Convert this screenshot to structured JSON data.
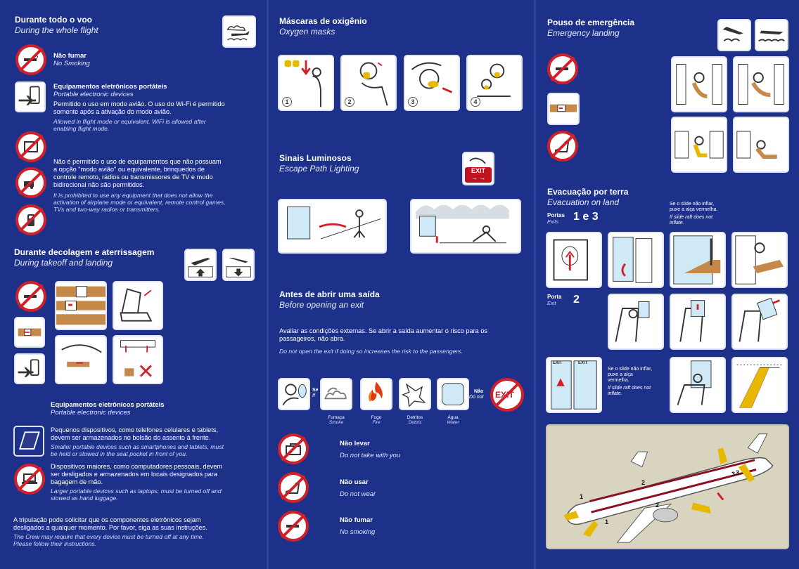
{
  "panel1": {
    "flight_pt": "Durante todo o voo",
    "flight_en": "During the whole flight",
    "nosmoke_pt": "Não fumar",
    "nosmoke_en": "No Smoking",
    "ped_pt": "Equipamentos eletrônicos portáteis",
    "ped_en": "Portable electronic devices",
    "ped_body_pt_1": "Permitido o uso em modo avião. O uso do Wi-Fi é permitido",
    "ped_body_pt_2": "somente após a ativação do modo avião.",
    "ped_body_en_1": "Allowed in flight mode or equivalent. WiFi is allowed after",
    "ped_body_en_2": "enabling flight mode.",
    "prohib_pt_1": "Não é permitido o uso de equipamentos  que não possuam",
    "prohib_pt_2": "a opção \"modo avião\" ou equivalente, brinquedos de",
    "prohib_pt_3": "controle remoto, rádios ou transmissores de TV e modo",
    "prohib_pt_4": "bidirecional não são permitidos.",
    "prohib_en_1": "It is prohibited to use any equipment that does not allow the",
    "prohib_en_2": "activation of airplane mode or equivalent, remote control games,",
    "prohib_en_3": "TVs and two-way radios or transmitters.",
    "takeoff_pt": "Durante decolagem e aterrissagem",
    "takeoff_en": "During takeoff and landing",
    "ped2_pt": "Equipamentos eletrônicos portáteis",
    "ped2_en": "Portable electronic devices",
    "small_pt_1": "Pequenos dispositivos, como telefones celulares e tablets,",
    "small_pt_2": "devem ser armazenados no bolsão do assento à frente.",
    "small_en_1": "Smaller portable devices such as smartphones and tablets, must",
    "small_en_2": "be held or stowed in the seat pocket in front of you.",
    "large_pt_1": "Dispositivos maiores, como computadores pessoais, devem",
    "large_pt_2": "ser desligados e armazenados em locais designados para",
    "large_pt_3": "bagagem de mão.",
    "large_en_1": "Larger portable devices such as laptops, must be turned off and",
    "large_en_2": "stowed as hand luggage.",
    "crew_pt_1": "A tripulação pode solicitar que os componentes eletrônicos sejam",
    "crew_pt_2": "desligados a qualquer momento. Por favor, siga as suas instruções.",
    "crew_en_1": "The Crew may require that every device must be turned off at any time.",
    "crew_en_2": "Please follow their instructions."
  },
  "panel2": {
    "masks_pt": "Máscaras de oxigênio",
    "masks_en": "Oxygen masks",
    "steps": [
      "1",
      "2",
      "3",
      "4"
    ],
    "lights_pt": "Sinais Luminosos",
    "lights_en": "Escape Path Lighting",
    "exit_sign": "EXIT",
    "exit_arrows": "→ →",
    "before_pt": "Antes de abrir uma saída",
    "before_en": "Before opening an exit",
    "assess_pt_1": "Avaliar as condições externas. Se abrir a saída aumentar o risco para os",
    "assess_pt_2": "passageiros, não abra.",
    "assess_en": "Do not open the exit if doing so increases the risk to the passengers.",
    "se": "Se",
    "if": "If",
    "hazards": [
      {
        "pt": "Fumaça",
        "en": "Smoke"
      },
      {
        "pt": "Fogo",
        "en": "Fire"
      },
      {
        "pt": "Detritos",
        "en": "Debris"
      },
      {
        "pt": "Água",
        "en": "Water"
      }
    ],
    "nao": "Não",
    "donot": "Do not",
    "exit_no": "EXIT",
    "carry_pt": "Não levar",
    "carry_en": "Do not take with you",
    "wear_pt": "Não usar",
    "wear_en": "Do not wear",
    "smoke_pt": "Não fumar",
    "smoke_en": "No smoking"
  },
  "panel3": {
    "landing_pt": "Pouso de emergência",
    "landing_en": "Emergency landing",
    "evac_pt": "Evacuação por terra",
    "evac_en": "Evacuation on land",
    "slide_pt_1": "Se o slide não inflar,",
    "slide_pt_2": "puxe a alça vermelha.",
    "slide_en_1": "If slide raft does not",
    "slide_en_2": "inflate.",
    "portas_pt": "Portas",
    "portas_en": "Exits",
    "portas_num": "1 e 3",
    "porta_pt": "Porta",
    "porta_en": "Exit",
    "porta_num": "2",
    "slide2_pt_1": "Se o slide não inflar,",
    "slide2_pt_2": "puxe a alça",
    "slide2_pt_3": "vermelha.",
    "slide2_en_1": "If slide raft does not",
    "slide2_en_2": "inflate.",
    "door_labels": [
      "1",
      "2",
      "3",
      "1",
      "2",
      "3"
    ],
    "exit_tag": "EXIT"
  },
  "colors": {
    "background": "#1d318a",
    "red": "#d0202a",
    "card": "#ffffff",
    "tan": "#c58a4a"
  }
}
